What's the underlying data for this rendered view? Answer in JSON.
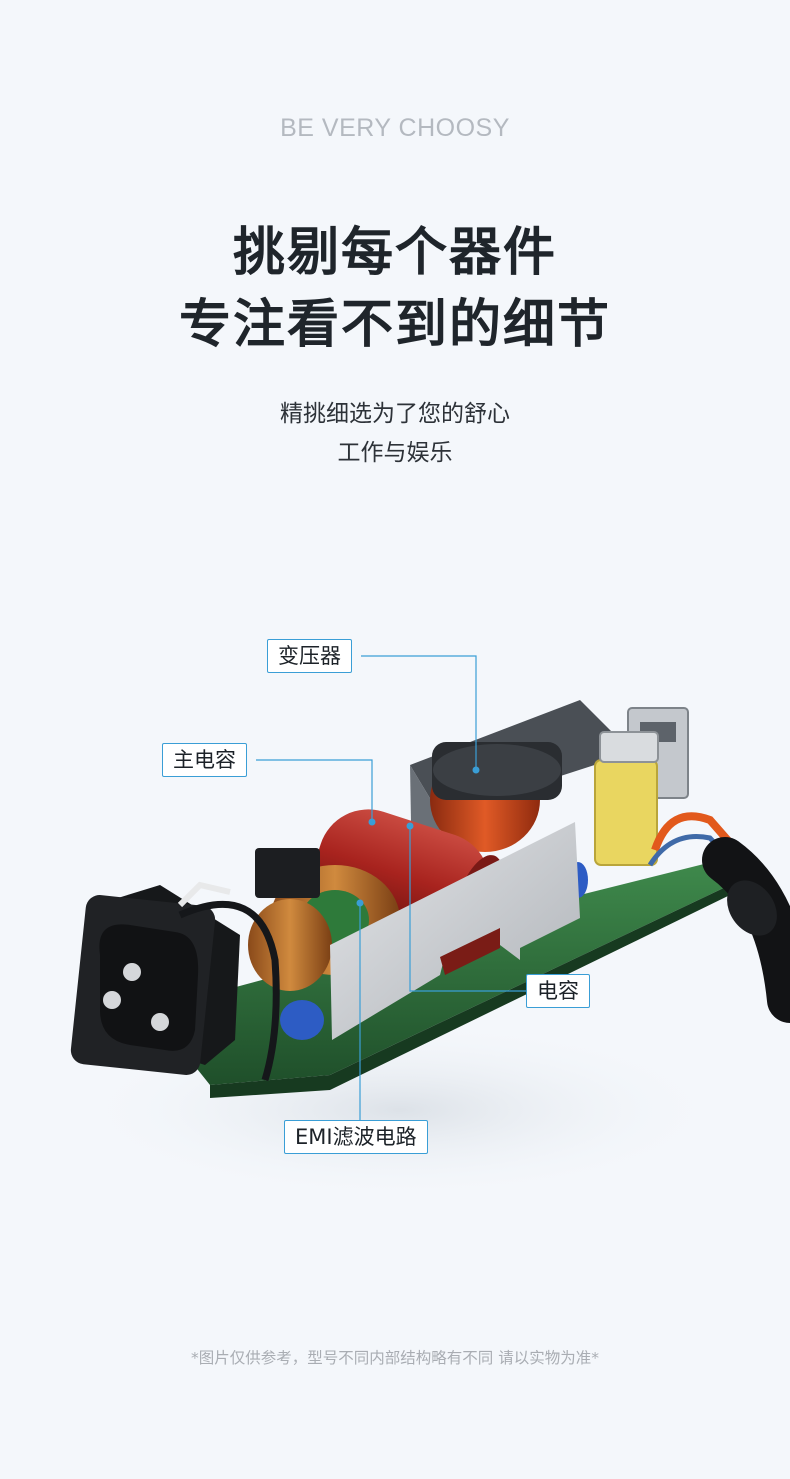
{
  "header": {
    "eyebrow": "BE VERY CHOOSY",
    "headline_line1": "挑剔每个器件",
    "headline_line2": "专注看不到的细节",
    "sub_line1": "精挑细选为了您的舒心",
    "sub_line2": "工作与娱乐"
  },
  "figure": {
    "labels": {
      "transformer": "变压器",
      "main_capacitor": "主电容",
      "capacitor": "电容",
      "emi_filter": "EMI滤波电路"
    },
    "colors": {
      "accent_line": "#3a9ed6",
      "pcb": "#2f6b3c",
      "main_cap": "#a8231e",
      "transformer_wrap": "#c8441c",
      "shield": "#c9ccd0"
    }
  },
  "footer": {
    "note": "*图片仅供参考，型号不同内部结构略有不同 请以实物为准*"
  }
}
